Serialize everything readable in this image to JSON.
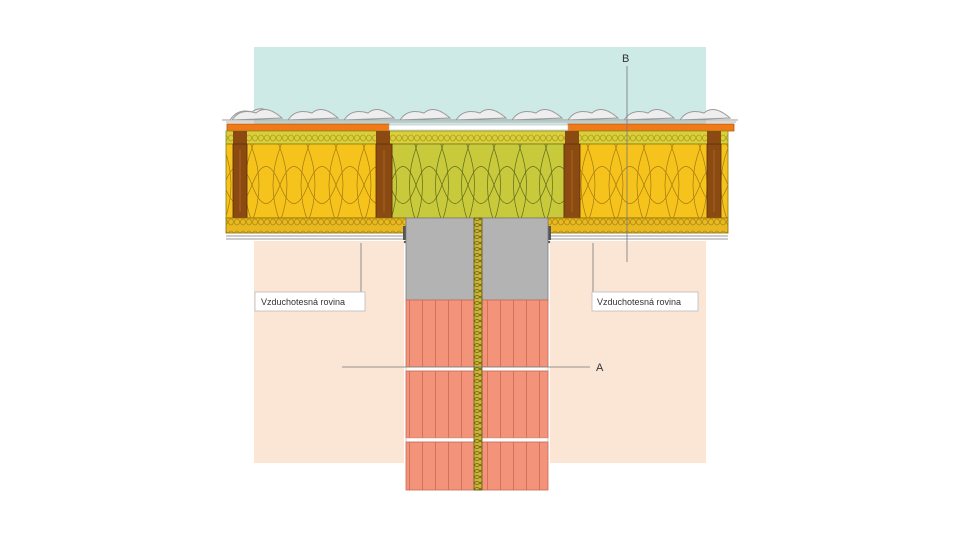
{
  "diagram": {
    "label_airtight_left": "Vzduchotesná rovina",
    "label_airtight_right": "Vzduchotesná rovina",
    "marker_a": "A",
    "marker_b": "B"
  },
  "colors": {
    "exterior_zone": "#cdeae6",
    "interior_zone": "#fbe6d6",
    "batten": "#f07a18",
    "rafter": "#8a4a12",
    "insulation_yellow": "#f6c21c",
    "insulation_green": "#c9c93c",
    "board": "#e8b820",
    "concrete_beam": "#b3b3b3",
    "brick": "#f2937a",
    "tile": "#e8e8e8"
  }
}
